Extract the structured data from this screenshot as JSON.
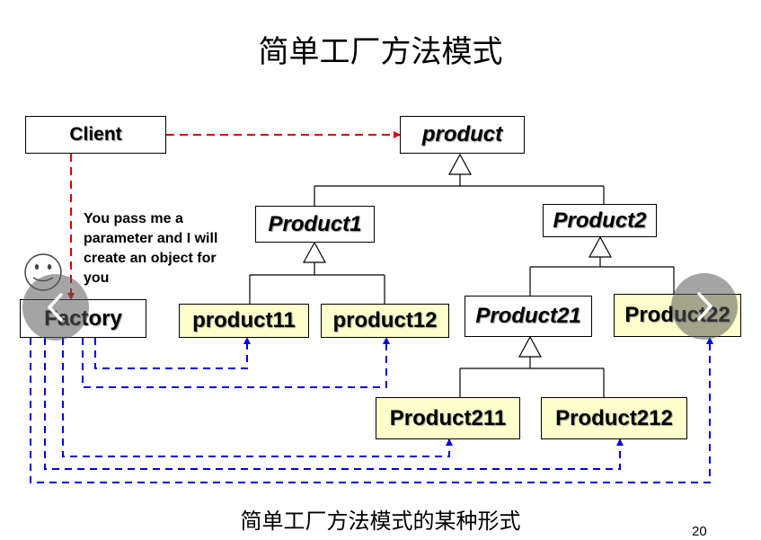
{
  "title": "简单工厂方法模式",
  "caption": "简单工厂方法模式的某种形式",
  "page_number": "20",
  "note": "You pass me a parameter and I will create an object for you",
  "icons": {
    "smiley": "smiley-face-icon",
    "prev": "chevron-left-icon",
    "next": "chevron-right-icon"
  },
  "colors": {
    "dependency": "#dd0000",
    "creation": "#0000dd",
    "concrete_fill": "#ffffcc"
  },
  "boxes": {
    "client": "Client",
    "product": "product",
    "product1": "Product1",
    "product2": "Product2",
    "factory": "Factory",
    "product11": "product11",
    "product12": "product12",
    "product21": "Product21",
    "product22": "Product22",
    "product211": "Product211",
    "product212": "Product212"
  }
}
